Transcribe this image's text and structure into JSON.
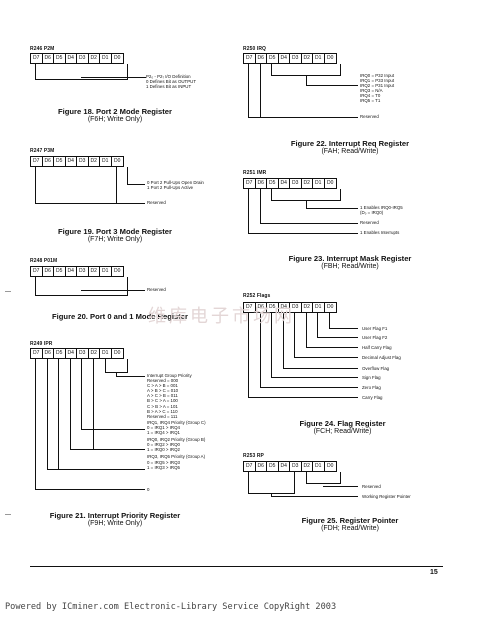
{
  "bits": [
    "D7",
    "D6",
    "D5",
    "D4",
    "D3",
    "D2",
    "D1",
    "D0"
  ],
  "fig18": {
    "reg": "R246 P2M",
    "desc": [
      "P2₀ - P2₇  I/O Definition",
      "0 Defines Bit as OUTPUT",
      "1 Defines Bit as INPUT"
    ],
    "title": "Figure 18.  Port 2 Mode Register",
    "sub": "(F6H; Write Only)"
  },
  "fig19": {
    "reg": "R247 P3M",
    "desc": [
      "0 Port 2 Pull-Ups Open Drain",
      "1 Port 2 Pull-Ups Active"
    ],
    "reserved": "Reserved",
    "title": "Figure 19.  Port 3 Mode Register",
    "sub": "(F7H; Write Only)"
  },
  "fig20": {
    "reg": "R248 P01M",
    "reserved": "Reserved",
    "title": "Figure 20.  Port 0 and 1 Mode Register"
  },
  "fig21": {
    "reg": "R249 IPR",
    "desc": [
      "Interrupt Group Priority",
      "Reserved = 000",
      "C > A > B = 001",
      "A > B > C = 010",
      "A > C > B = 011",
      "B > C > A = 100",
      "C > B > A = 101",
      "B > A > C = 110",
      "Reserved = 111",
      "IRQ1, IRQ4 Priority (Group C)",
      "0 = IRQ1 > IRQ4",
      "1 = IRQ4 > IRQ1",
      "IRQ0, IRQ2 Priority (Group B)",
      "0 = IRQ2 > IRQ0",
      "1 = IRQ0 > IRQ2",
      "IRQ3, IRQ5 Priority (Group A)",
      "0 = IRQ5 > IRQ3",
      "1 = IRQ3 > IRQ5"
    ],
    "zero": "0",
    "title": "Figure 21.  Interrupt Priority Register",
    "sub": "(F9H; Write Only)"
  },
  "fig22": {
    "reg": "R250  IRQ",
    "desc": [
      "IRQ0 = P32 Input",
      "IRQ1 = P33 Input",
      "IRQ2 = P31 Input",
      "IRQ3 = N/A",
      "IRQ4 = T0",
      "IRQ5 = T1"
    ],
    "reserved": "Reserved",
    "title": "Figure 22.  Interrupt Req Register",
    "sub": "(FAH; Read/Write)"
  },
  "fig23": {
    "reg": "R251 IMR",
    "desc": [
      "1 Enables IRQ0-IRQ5",
      "(D₀ = IRQ0)"
    ],
    "reserved": "Reserved",
    "enables": "1 Enables Interrupts",
    "title": "Figure 23.  Interrupt Mask Register",
    "sub": "(FBH; Read/Write)"
  },
  "fig24": {
    "reg": "R252 Flags",
    "flags": [
      "User Flag F1",
      "User Flag F2",
      "Half Carry Flag",
      "Decimal Adjust Flag",
      "Overflow Flag",
      "Sign Flag",
      "Zero Flag",
      "Carry Flag"
    ],
    "title": "Figure 24.  Flag Register",
    "sub": "(FCH; Read/Write)"
  },
  "fig25": {
    "reg": "R253 RP",
    "reserved": "Reserved",
    "working": "Working Register Pointer",
    "title": "Figure 25.  Register Pointer",
    "sub": "(FDH; Read/Write)"
  },
  "watermark": "维库电子市场网",
  "page_number": "15",
  "footer": "Powered by ICminer.com Electronic-Library Service CopyRight 2003"
}
